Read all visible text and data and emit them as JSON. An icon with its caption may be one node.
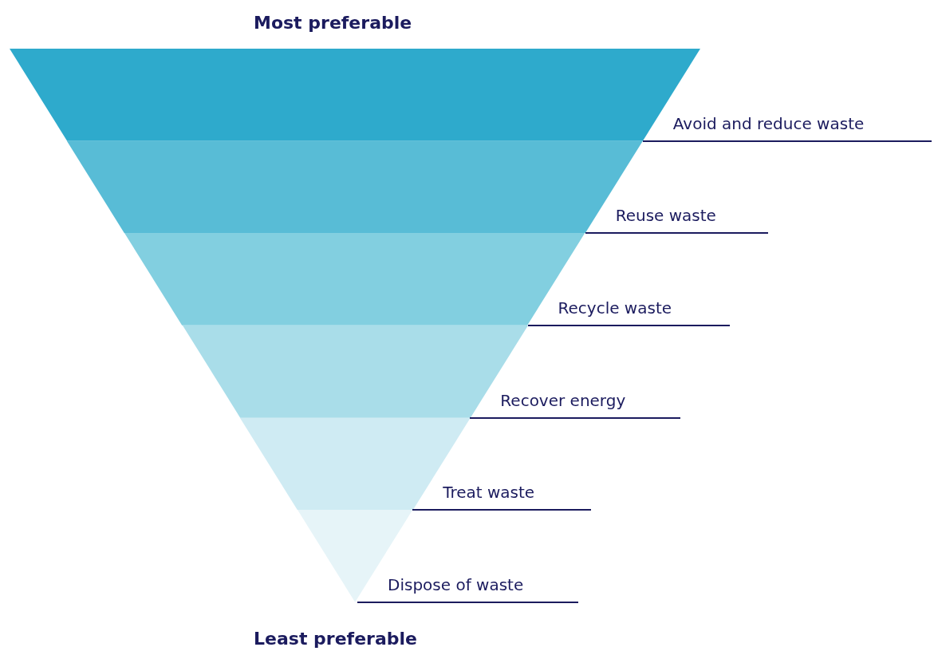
{
  "diagram": {
    "nodes": [
      {
        "text": [],
        "shape": "bar",
        "beside": [
          "Avoid and reduce waste"
        ]
      },
      {
        "text": [],
        "shape": "bar",
        "beside": [
          "Reuse waste"
        ]
      },
      {
        "text": [],
        "shape": "bar",
        "beside": [
          "Recycle waste"
        ]
      },
      {
        "text": [],
        "shape": "bar",
        "beside": [
          "Recover energy"
        ]
      },
      {
        "text": [],
        "shape": "bar",
        "beside": [
          "Treat waste"
        ]
      },
      {
        "text": [],
        "shape": "bar",
        "beside": [
          "Dispose of waste"
        ]
      }
    ],
    "labels": [
      "Most preferable",
      "Least preferable"
    ]
  }
}
